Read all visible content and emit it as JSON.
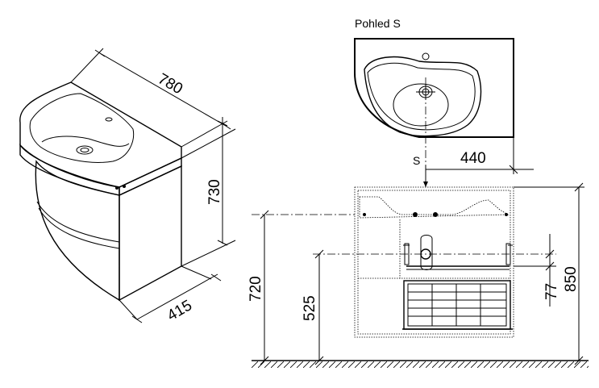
{
  "iso_view": {
    "width_label": "780",
    "height_label": "730",
    "depth_label": "415"
  },
  "top_view": {
    "title": "Pohled S",
    "section_letter": "S",
    "offset_label": "440"
  },
  "front_view": {
    "height_total_label": "850",
    "height_basin_label": "720",
    "height_drain_label": "525",
    "drain_offset_label": "77"
  }
}
